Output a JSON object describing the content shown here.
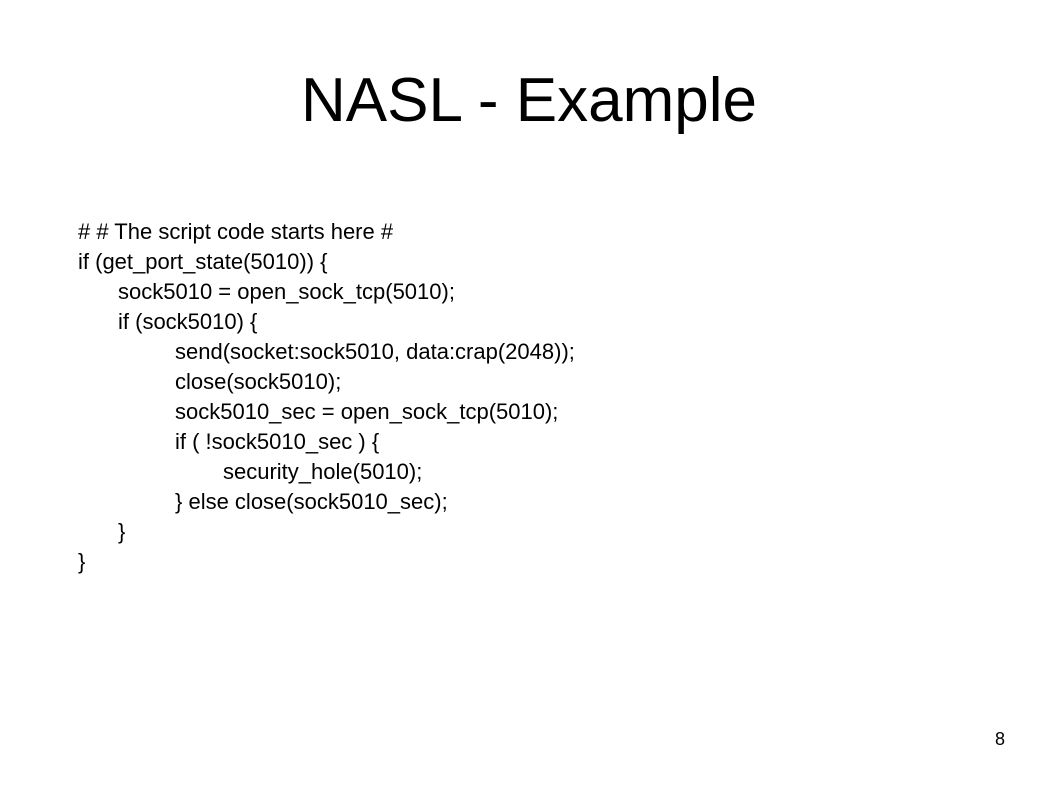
{
  "slide": {
    "title": "NASL - Example",
    "code_lines": [
      {
        "text": "# # The script code starts here #",
        "indent": 0
      },
      {
        "text": "if (get_port_state(5010)) {",
        "indent": 0
      },
      {
        "text": "sock5010 = open_sock_tcp(5010);",
        "indent": 1
      },
      {
        "text": "if (sock5010) {",
        "indent": 1
      },
      {
        "text": "send(socket:sock5010, data:crap(2048));",
        "indent": 2
      },
      {
        "text": "close(sock5010);",
        "indent": 2
      },
      {
        "text": "sock5010_sec = open_sock_tcp(5010);",
        "indent": 2
      },
      {
        "text": "if ( !sock5010_sec ) {",
        "indent": 2
      },
      {
        "text": "security_hole(5010);",
        "indent": 3
      },
      {
        "text": "} else close(sock5010_sec);",
        "indent": 2
      },
      {
        "text": "}",
        "indent": 1
      },
      {
        "text": "}",
        "indent": 0
      }
    ],
    "page_number": "8"
  }
}
